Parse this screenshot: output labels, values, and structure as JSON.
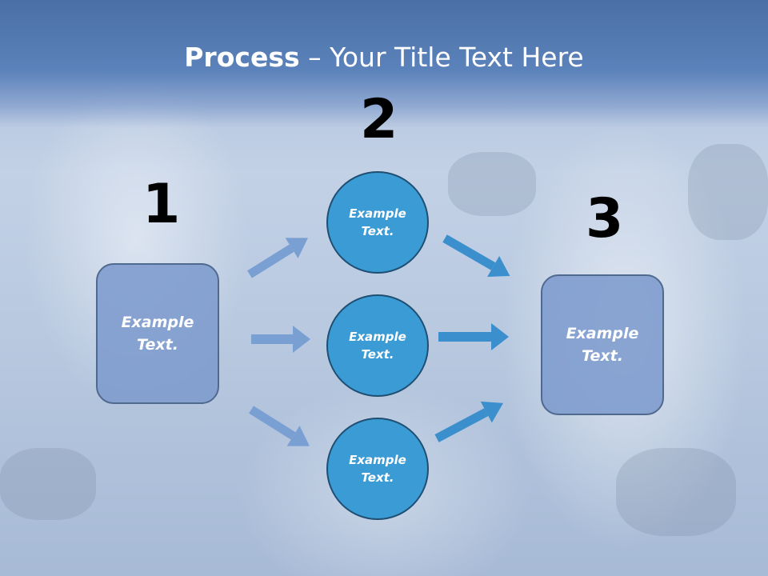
{
  "slide": {
    "title_bold": "Process",
    "title_rest": " – Your Title Text Here"
  },
  "steps": {
    "numbers": [
      "1",
      "2",
      "3"
    ],
    "left_box": {
      "line1": "Example",
      "line2": "Text."
    },
    "right_box": {
      "line1": "Example",
      "line2": "Text."
    },
    "circles": [
      {
        "line1": "Example",
        "line2": "Text."
      },
      {
        "line1": "Example",
        "line2": "Text."
      },
      {
        "line1": "Example",
        "line2": "Text."
      }
    ]
  },
  "colors": {
    "title_bar": "#5b82ba",
    "box_fill": "#7d9bcd",
    "circle_fill": "#3b9bd4",
    "arrow_left": "#7a9fd3",
    "arrow_right": "#3a8fcc"
  }
}
